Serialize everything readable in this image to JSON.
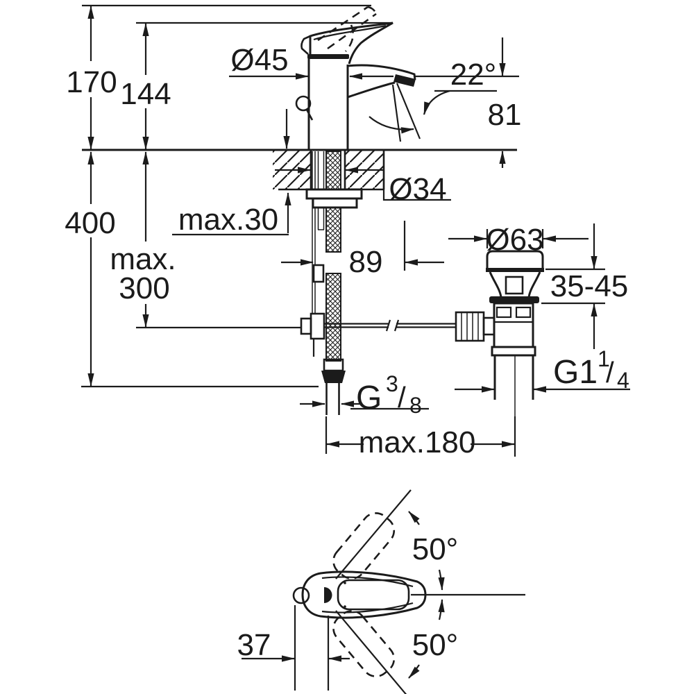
{
  "drawing": {
    "type": "technical-dimension-drawing",
    "subject": "single-lever basin mixer faucet with pop-up waste, installation dimensions, side view and top view"
  },
  "colors": {
    "ink": "#1b1b1b",
    "background": "#ffffff"
  },
  "labels": {
    "overall_height": "170",
    "lever_height": "144",
    "body_diameter": "Ø45",
    "spout_angle": "22°",
    "spout_height": "81",
    "supply_length": "400",
    "deck_thickness": "max.30",
    "hole_diameter": "Ø34",
    "rod_max_word": "max.",
    "rod_max_value": "300",
    "rod_offset": "89",
    "waste_flange_diameter": "Ø63",
    "basin_clamp_range": "35-45",
    "center_distance": "max.180",
    "supply_thread_g": "G",
    "supply_thread_num": "3",
    "supply_thread_slash": "/",
    "supply_thread_den": "8",
    "waste_thread_g": "G1",
    "waste_thread_num": "1",
    "waste_thread_slash": "/",
    "waste_thread_den": "4",
    "swivel_angle_upper": "50°",
    "swivel_angle_lower": "50°",
    "handle_offset": "37"
  }
}
